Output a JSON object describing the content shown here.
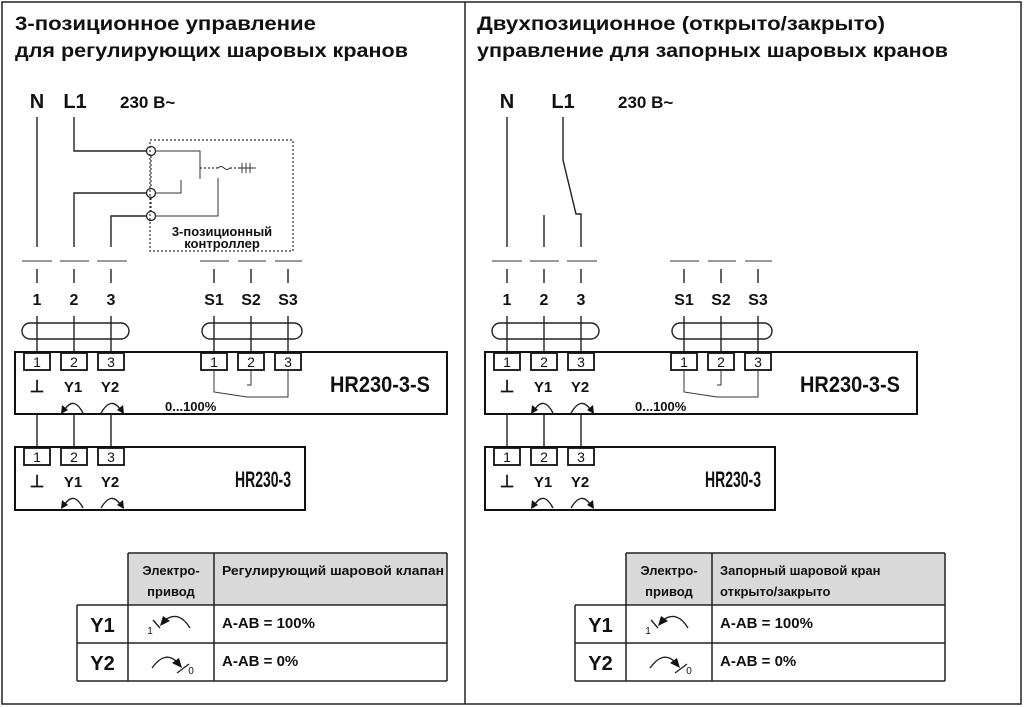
{
  "terminal_box_numbers": [
    "1",
    "2",
    "3"
  ],
  "panels": [
    {
      "title_line1": "3-позиционное управление",
      "title_line2": "для регулирующих шаровых кранов",
      "supply": {
        "n": "N",
        "l1": "L1",
        "voltage": "230 В~"
      },
      "controller_label": [
        "3-позиционный",
        "контроллер"
      ],
      "wire_labels": [
        "1",
        "2",
        "3"
      ],
      "signal_labels": [
        "S1",
        "S2",
        "S3"
      ],
      "functions": [
        "⊥",
        "Y1",
        "Y2"
      ],
      "actuator_main": {
        "model": "HR230-3-S",
        "range": "0...100%"
      },
      "actuator_second": {
        "model": "HR230-3"
      },
      "table": {
        "header_col1": [
          "Электро-",
          "привод"
        ],
        "header_col2": [
          "Регулирующий шаровой клапан"
        ],
        "rows": [
          {
            "signal": "Y1",
            "position_index": "1",
            "result": "A-AB = 100%"
          },
          {
            "signal": "Y2",
            "position_index": "0",
            "result": "A-AB = 0%"
          }
        ]
      }
    },
    {
      "title_line1": "Двухпозиционное (открыто/закрыто)",
      "title_line2": "управление для запорных шаровых кранов",
      "supply": {
        "n": "N",
        "l1": "L1",
        "voltage": "230 В~"
      },
      "wire_labels": [
        "1",
        "2",
        "3"
      ],
      "signal_labels": [
        "S1",
        "S2",
        "S3"
      ],
      "functions": [
        "⊥",
        "Y1",
        "Y2"
      ],
      "actuator_main": {
        "model": "HR230-3-S",
        "range": "0...100%"
      },
      "actuator_second": {
        "model": "HR230-3"
      },
      "table": {
        "header_col1": [
          "Электро-",
          "привод"
        ],
        "header_col2": [
          "Запорный шаровой кран",
          "открыто/закрыто"
        ],
        "rows": [
          {
            "signal": "Y1",
            "position_index": "1",
            "result": "A-AB = 100%"
          },
          {
            "signal": "Y2",
            "position_index": "0",
            "result": "A-AB = 0%"
          }
        ]
      }
    }
  ]
}
